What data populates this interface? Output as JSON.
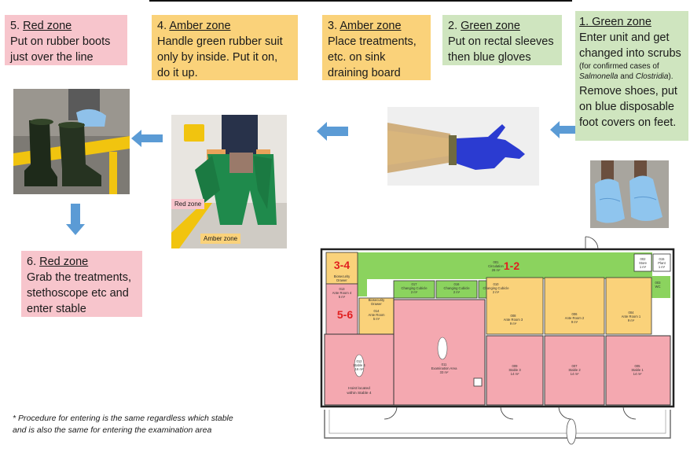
{
  "steps": [
    {
      "zone": "1. Green zone",
      "lines": [
        "Enter unit and get",
        "changed into scrubs"
      ],
      "note_open": "(for confirmed cases of ",
      "note_sal": "Salmonella",
      "note_and": " and ",
      "note_clos": "Clostridia",
      "note_close": ").",
      "tail": [
        "Remove shoes, put",
        "on blue disposable",
        "foot covers on feet."
      ]
    },
    {
      "zone": "Green zone",
      "prefix": "2. ",
      "text": [
        "Put on rectal sleeves",
        "then blue gloves"
      ]
    },
    {
      "zone": "Amber zone",
      "prefix": "3. ",
      "text": [
        "Place treatments,",
        "etc. on sink",
        "draining board"
      ]
    },
    {
      "zone": "Amber zone",
      "prefix": "4. ",
      "text": [
        "Handle green rubber suit",
        "only by inside. Put it on,",
        "do it up."
      ]
    },
    {
      "zone": "Red zone",
      "prefix": "5. ",
      "text": [
        "Put on rubber boots",
        "just over the line"
      ]
    },
    {
      "zone": "Red zone",
      "prefix": "6. ",
      "text": [
        "Grab the treatments,",
        "stethoscope etc and",
        "enter stable"
      ]
    }
  ],
  "photo_labels": {
    "red": "Red zone",
    "amber": "Amber zone"
  },
  "plan": {
    "zones": {
      "z34": "3-4",
      "z12": "1-2",
      "z56": "5-6"
    },
    "rooms": [
      {
        "id": "001",
        "name": "Circulation",
        "area": "26 m²"
      },
      {
        "id": "002",
        "name": "Store",
        "area": "1 m²"
      },
      {
        "id": "015",
        "name": "Plant",
        "area": "1 m²"
      },
      {
        "id": "003",
        "name": "WC",
        "area": ""
      },
      {
        "id": "017",
        "name": "Changing Cubicle",
        "area": "2 m²"
      },
      {
        "id": "016",
        "name": "Changing Cubicle",
        "area": "2 m²"
      },
      {
        "id": "010",
        "name": "Changing Cubicle",
        "area": "2 m²"
      },
      {
        "id": "",
        "name": "Biosecurity",
        "area": "Drawer"
      },
      {
        "id": "013",
        "name": "Ante Room 4",
        "area": "5 m²"
      },
      {
        "id": "",
        "name": "Biosecurity",
        "area": "Drawer"
      },
      {
        "id": "014",
        "name": "Ante Room",
        "area": "5 m²"
      },
      {
        "id": "008",
        "name": "Ante Room 3",
        "area": "9 m²"
      },
      {
        "id": "006",
        "name": "Ante Room 2",
        "area": "9 m²"
      },
      {
        "id": "004",
        "name": "Ante Room 1",
        "area": "9 m²"
      },
      {
        "id": "012",
        "name": "Stable 4",
        "area": "16 m²"
      },
      {
        "id": "011",
        "name": "Examination Area",
        "area": "33 m²"
      },
      {
        "id": "009",
        "name": "Stable 3",
        "area": "14 m²"
      },
      {
        "id": "007",
        "name": "Stable 2",
        "area": "14 m²"
      },
      {
        "id": "005",
        "name": "Stable 1",
        "area": "14 m²"
      }
    ],
    "hoist": "Hoist located",
    "hoist2": "within Stable 4"
  },
  "footnote": [
    "* Procedure for entering is the same regardless which stable",
    "and is also the same for entering the examination area"
  ],
  "colors": {
    "red_zone": "#f7c5cc",
    "amber_zone": "#fad27a",
    "green_zone": "#cfe5bf",
    "arrow": "#5b9bd5",
    "plan_red_label": "#e02020"
  }
}
